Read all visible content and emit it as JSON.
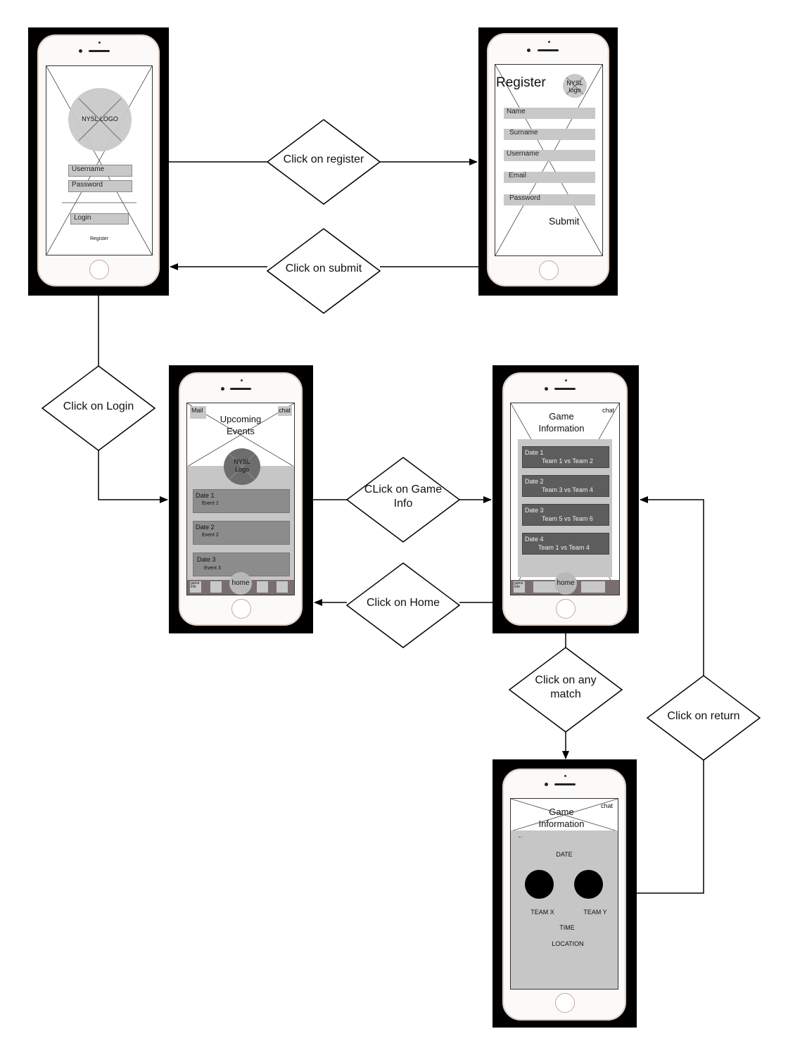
{
  "screens": {
    "login": {
      "logo": "NYSL LOGO",
      "username": "Username",
      "password": "Password",
      "login_button": "Login",
      "register_link": "Register"
    },
    "register": {
      "title": "Register",
      "logo_line1": "NYSL",
      "logo_line2": "logo",
      "fields": [
        "Name",
        "Surname",
        "Username",
        "Email",
        "Password"
      ],
      "submit": "Submit"
    },
    "events": {
      "mail": "Mail",
      "chat": "chat",
      "title_line1": "Upcoming",
      "title_line2": "Events",
      "logo_line1": "NYSL",
      "logo_line2": "Logo",
      "items": [
        {
          "date": "Date 1",
          "event": "Event 1"
        },
        {
          "date": "Date 2",
          "event": "Event 2"
        },
        {
          "date": "Date 3",
          "event": "Event 3"
        }
      ],
      "nav_game_line1": "game",
      "nav_game_line2": "info",
      "nav_home": "home"
    },
    "game_info": {
      "title_line1": "Game",
      "title_line2": "Information",
      "chat": "chat",
      "matches": [
        {
          "date": "Date 1",
          "match": "Team 1 vs Team 2"
        },
        {
          "date": "Date 2",
          "match": "Team 3 vs Team 4"
        },
        {
          "date": "Date 3",
          "match": "Team 5 vs Team 6"
        },
        {
          "date": "Date 4",
          "match": "Team 1 vs Team 4"
        }
      ],
      "nav_game_line1": "game",
      "nav_game_line2": "info",
      "nav_home": "home"
    },
    "match_detail": {
      "title_line1": "Game",
      "title_line2": "Information",
      "chat": "chat",
      "back": "←",
      "date": "DATE",
      "team_x": "TEAM X",
      "team_y": "TEAM Y",
      "time": "TIME",
      "location": "LOCATION"
    }
  },
  "decisions": {
    "register": "Click on register",
    "submit": "Click on submit",
    "login": "Click on Login",
    "game_info_line1": "CLick on Game",
    "game_info_line2": "Info",
    "home": "Click on Home",
    "any_match_line1": "Click on any",
    "any_match_line2": "match",
    "return": "Click on return"
  },
  "colors": {
    "frame": "#000000",
    "field": "#c8c8c8",
    "card": "#8c8c8c",
    "card_dark": "#5d5d5d",
    "panel": "#c6c6c6"
  }
}
